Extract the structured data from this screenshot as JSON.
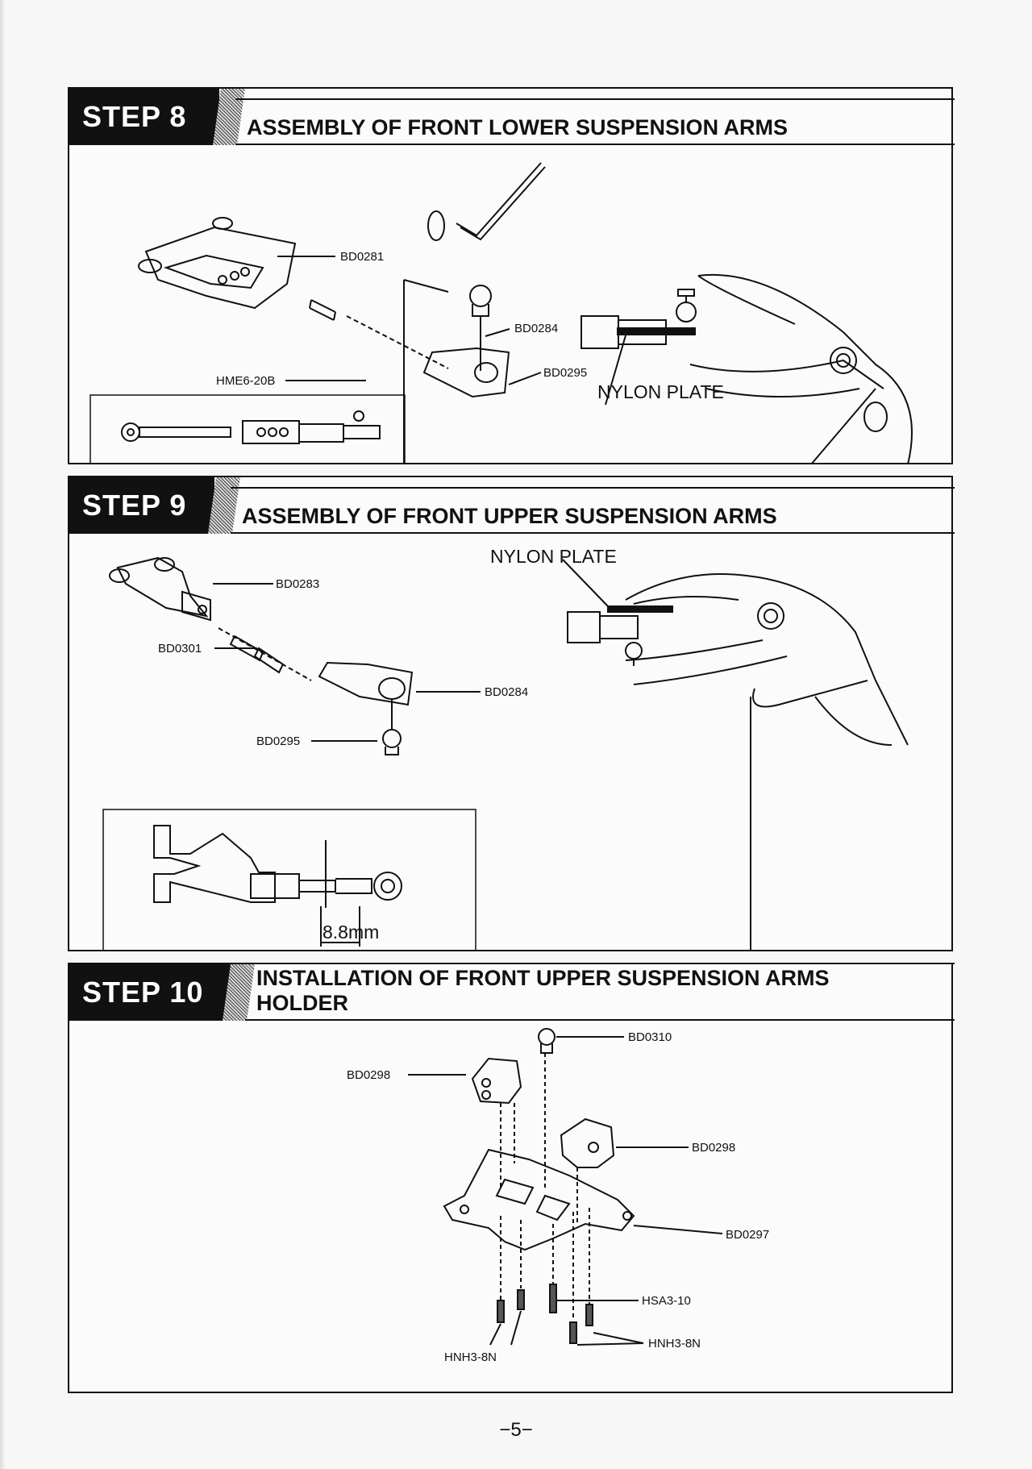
{
  "steps": [
    {
      "badge": "STEP 8",
      "title": "ASSEMBLY OF FRONT LOWER SUSPENSION ARMS",
      "parts": [
        "BD0281",
        "BD0295",
        "HME6-20B",
        "BD0284"
      ],
      "note": "NYLON PLATE"
    },
    {
      "badge": "STEP 9",
      "title": "ASSEMBLY OF FRONT UPPER SUSPENSION ARMS",
      "parts": [
        "BD0283",
        "BD0301",
        "BD0284",
        "BD0295"
      ],
      "note": "NYLON PLATE",
      "dimension": "8.8mm"
    },
    {
      "badge": "STEP 10",
      "title": "INSTALLATION OF FRONT UPPER SUSPENSION ARMS\nHOLDER",
      "parts": [
        "BD0310",
        "BD0298",
        "BD0298",
        "BD0297",
        "HSA3-10",
        "HNH3-8N",
        "HNH3-8N"
      ]
    }
  ],
  "page_number": "−5−"
}
